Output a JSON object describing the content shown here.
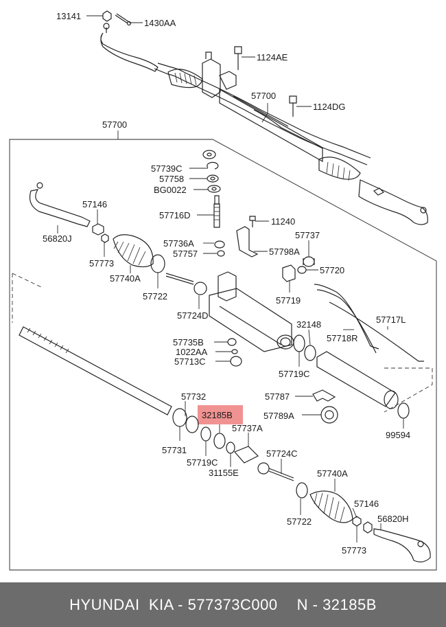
{
  "diagram": {
    "labels": [
      "13141",
      "1430AA",
      "1124AE",
      "57700",
      "1124DG",
      "57700",
      "57739C",
      "57758",
      "BG0022",
      "57716D",
      "11240",
      "57146",
      "56820J",
      "57773",
      "57740A",
      "57722",
      "57737",
      "57736A",
      "57757",
      "57798A",
      "57720",
      "57719",
      "57724D",
      "57717L",
      "32148",
      "57718R",
      "57735B",
      "1022AA",
      "57713C",
      "57719C",
      "57787",
      "57732",
      "32185B",
      "57789A",
      "99594",
      "57737A",
      "57731",
      "57719C",
      "31155E",
      "57724C",
      "57740A",
      "57146",
      "56820H",
      "57722",
      "57773"
    ]
  },
  "footer": {
    "brand": "HYUNDAI  KIA - 577373C000",
    "part": "N - 32185B"
  }
}
